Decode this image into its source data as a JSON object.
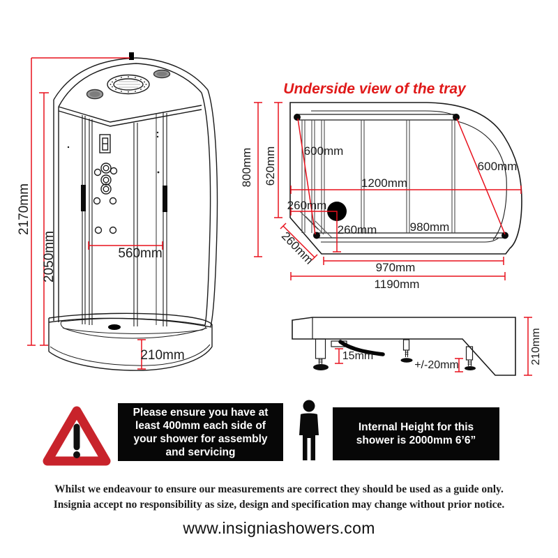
{
  "underside_title": "Underside view of the tray",
  "cabin_view": {
    "overall_height": "2170mm",
    "internal_height": "2050mm",
    "door_width": "560mm",
    "tray_height": "210mm"
  },
  "underside_view": {
    "overall_depth": "800mm",
    "tray_depth": "620mm",
    "left_diagonal": "600mm",
    "right_diagonal": "600mm",
    "overall_width": "1200mm",
    "waste_from_left": "260mm",
    "waste_from_front": "260mm",
    "corner_edge": "260mm",
    "frame_width": "980mm",
    "front_width": "970mm",
    "base_width": "1190mm"
  },
  "side_view": {
    "panel_clearance": "15mm",
    "foot_adjustment": "+/-20mm",
    "tray_height": "210mm"
  },
  "warnings": {
    "assembly_notice": "Please ensure you have at least 400mm each side of your shower for assembly and servicing",
    "internal_height_notice": "Internal Height for this shower is 2000mm 6’6”"
  },
  "disclaimer_line1": "Whilst we endeavour to ensure our measurements are correct they should be used as a guide only.",
  "disclaimer_line2": "Insignia accept no responsibility as size, design and specification may change without prior notice.",
  "website": "www.insigniashowers.com",
  "colors": {
    "dimension_red": "#e8101c",
    "title_red": "#e01a1a"
  }
}
